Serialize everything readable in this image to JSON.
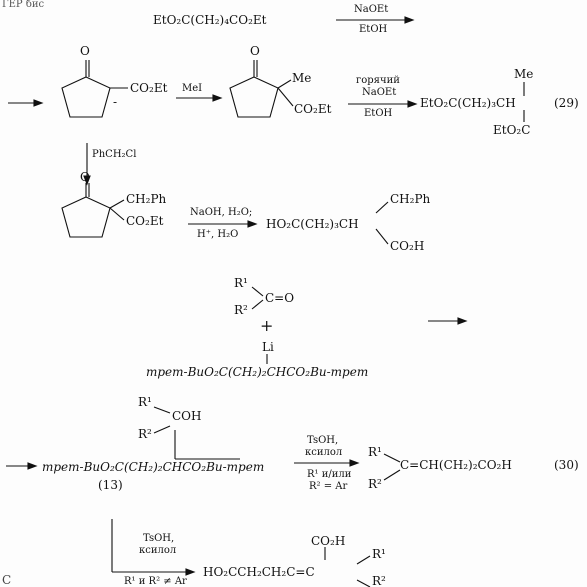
{
  "corner_fragment": "ГЕР бис",
  "top_formula": "EtO₂C(CH₂)₄CO₂Et",
  "top_reagent_above": "NaOEt",
  "top_reagent_below": "EtOH",
  "row2": {
    "ketone_O": "O",
    "enolate_group": "CO₂Et",
    "enolate_charge": "-",
    "reagent_mei": "MeI",
    "methyl_O": "O",
    "methyl_me": "Me",
    "methyl_co2et": "CO₂Et",
    "hot_reagent_1": "горячий",
    "hot_reagent_2": "NaOEt",
    "hot_reagent_below": "EtOH",
    "product_me": "Me",
    "product_main": "EtO₂C(CH₂)₃CH",
    "product_bottom": "EtO₂C",
    "eq_number": "(29)"
  },
  "benzyl": {
    "reagent": "PhCH₂Cl",
    "ketone_O": "O",
    "ch2ph": "CH₂Ph",
    "co2et": "CO₂Et",
    "reagent_above": "NaOH, H₂O;",
    "reagent_below": "H⁺, H₂O",
    "product_ch2ph": "CH₂Ph",
    "product_main": "HO₂C(CH₂)₃CH",
    "product_co2h": "CO₂H"
  },
  "carbonyl": {
    "r1": "R¹",
    "c_o": "C=O",
    "r2": "R²",
    "plus": "+",
    "li": "Li",
    "ester": "трет-BuO₂C(CH₂)₂CHCO₂Bu-трет"
  },
  "adduct": {
    "r1": "R¹",
    "coh": "COH",
    "r2": "R²",
    "ester": "трет-BuO₂C(CH₂)₂CHCO₂Bu-трет",
    "label": "(13)",
    "reagent_1": "TsOH,",
    "reagent_2": "ксилол",
    "condition_1": "R¹ и/или",
    "condition_2": "R² = Ar",
    "prod_r1": "R¹",
    "prod_main": "C=CH(CH₂)₂CO₂H",
    "prod_r2": "R²",
    "eq_number": "(30)"
  },
  "bottom": {
    "reagent_1": "TsOH,",
    "reagent_2": "ксилол",
    "condition": "R¹ и R² ≠ Ar",
    "co2h": "CO₂H",
    "r1": "R¹",
    "main": "HO₂CCH₂CH₂C=C",
    "r2": "R²"
  },
  "bottom_left_fragment": "С"
}
